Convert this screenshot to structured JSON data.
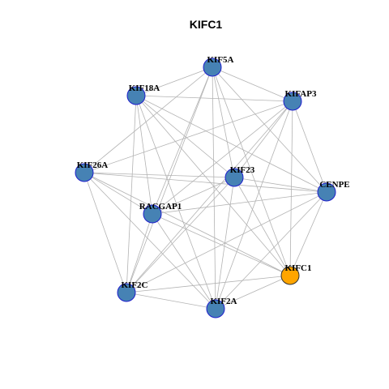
{
  "title": "KIFC1",
  "colors": {
    "node_default": "#4682b4",
    "node_default_stroke": "#1f1fcc",
    "node_focus": "#ffa500",
    "node_focus_stroke": "#333333",
    "edge": "#b3b3b3"
  },
  "nodes": [
    {
      "id": "KIF5A",
      "label": "KIF5A",
      "focus": false
    },
    {
      "id": "KIF18A",
      "label": "KIF18A",
      "focus": false
    },
    {
      "id": "KIFAP3",
      "label": "KIFAP3",
      "focus": false
    },
    {
      "id": "KIF26A",
      "label": "KIF26A",
      "focus": false
    },
    {
      "id": "KIF23",
      "label": "KIF23",
      "focus": false
    },
    {
      "id": "CENPE",
      "label": "CENPE",
      "focus": false
    },
    {
      "id": "RACGAP1",
      "label": "RACGAP1",
      "focus": false
    },
    {
      "id": "KIFC1",
      "label": "KIFC1",
      "focus": true
    },
    {
      "id": "KIF2C",
      "label": "KIF2C",
      "focus": false
    },
    {
      "id": "KIF2A",
      "label": "KIF2A",
      "focus": false
    }
  ],
  "edges": [
    [
      "KIF5A",
      "KIF18A"
    ],
    [
      "KIF5A",
      "KIFAP3"
    ],
    [
      "KIF5A",
      "KIF26A"
    ],
    [
      "KIF5A",
      "KIF23"
    ],
    [
      "KIF5A",
      "CENPE"
    ],
    [
      "KIF5A",
      "RACGAP1"
    ],
    [
      "KIF5A",
      "KIFC1"
    ],
    [
      "KIF5A",
      "KIF2C"
    ],
    [
      "KIF5A",
      "KIF2A"
    ],
    [
      "KIF18A",
      "KIFAP3"
    ],
    [
      "KIF18A",
      "KIF23"
    ],
    [
      "KIF18A",
      "CENPE"
    ],
    [
      "KIF18A",
      "RACGAP1"
    ],
    [
      "KIF18A",
      "KIFC1"
    ],
    [
      "KIF18A",
      "KIF2C"
    ],
    [
      "KIF18A",
      "KIF2A"
    ],
    [
      "KIFAP3",
      "KIF26A"
    ],
    [
      "KIFAP3",
      "KIF23"
    ],
    [
      "KIFAP3",
      "CENPE"
    ],
    [
      "KIFAP3",
      "RACGAP1"
    ],
    [
      "KIFAP3",
      "KIFC1"
    ],
    [
      "KIFAP3",
      "KIF2C"
    ],
    [
      "KIFAP3",
      "KIF2A"
    ],
    [
      "KIF26A",
      "KIF23"
    ],
    [
      "KIF26A",
      "CENPE"
    ],
    [
      "KIF26A",
      "RACGAP1"
    ],
    [
      "KIF26A",
      "KIFC1"
    ],
    [
      "KIF26A",
      "KIF2C"
    ],
    [
      "KIF26A",
      "KIF2A"
    ],
    [
      "KIF23",
      "CENPE"
    ],
    [
      "KIF23",
      "RACGAP1"
    ],
    [
      "KIF23",
      "KIFC1"
    ],
    [
      "KIF23",
      "KIF2C"
    ],
    [
      "KIF23",
      "KIF2A"
    ],
    [
      "CENPE",
      "RACGAP1"
    ],
    [
      "CENPE",
      "KIFC1"
    ],
    [
      "CENPE",
      "KIF2C"
    ],
    [
      "CENPE",
      "KIF2A"
    ],
    [
      "RACGAP1",
      "KIFC1"
    ],
    [
      "RACGAP1",
      "KIF2C"
    ],
    [
      "RACGAP1",
      "KIF2A"
    ],
    [
      "KIFC1",
      "KIF2C"
    ],
    [
      "KIFC1",
      "KIF2A"
    ],
    [
      "KIF2C",
      "KIF2A"
    ]
  ]
}
